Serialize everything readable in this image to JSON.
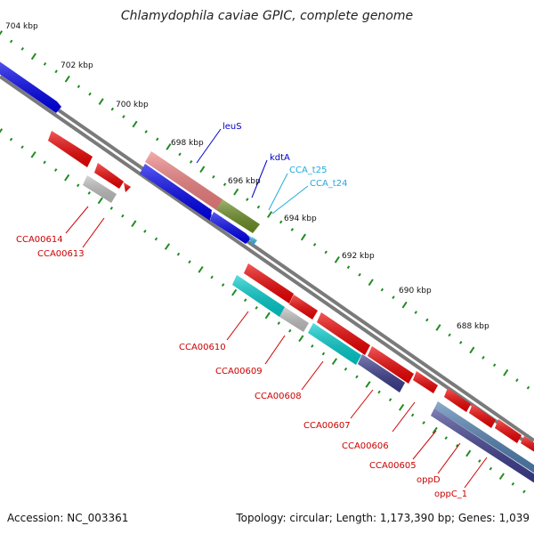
{
  "title": "Chlamydophila caviae GPIC, complete genome",
  "footer": {
    "accession": "Accession: NC_003361",
    "stats": "Topology: circular; Length: 1,173,390 bp; Genes: 1,039"
  },
  "scale_labels": [
    "704 kbp",
    "702 kbp",
    "700 kbp",
    "698 kbp",
    "696 kbp",
    "694 kbp",
    "692 kbp",
    "690 kbp",
    "688 kbp"
  ],
  "gene_labels": {
    "leuS": "leuS",
    "kdtA": "kdtA",
    "t25": "CCA_t25",
    "t24": "CCA_t24",
    "g614": "CCA00614",
    "g613": "CCA00613",
    "g610": "CCA00610",
    "g609": "CCA00609",
    "g608": "CCA00608",
    "g607": "CCA00607",
    "g606": "CCA00606",
    "g605": "CCA00605",
    "oppD": "oppD",
    "oppC1": "oppC_1"
  },
  "colors": {
    "blue_strand": "#0000ee",
    "red_cds": "#ee0000",
    "grey_cds": "#c0c0c0",
    "pink_cds": "#f08080",
    "olive_cds": "#6b8e23",
    "cyan_cds": "#00cccc",
    "navy_cds": "#3a3a8c",
    "trna": "#33bbee",
    "scale_ticks": "#228b22",
    "label_blue": "#0000cc",
    "label_red": "#cc0000",
    "label_cyan": "#22aadd"
  }
}
